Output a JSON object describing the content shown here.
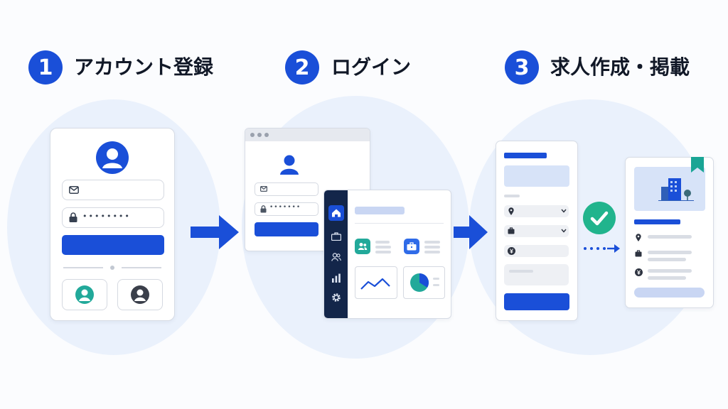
{
  "steps": [
    {
      "number": "1",
      "title": "アカウント登録"
    },
    {
      "number": "2",
      "title": "ログイン"
    },
    {
      "number": "3",
      "title": "求人作成・掲載"
    }
  ],
  "colors": {
    "accent": "#1a4fd8",
    "blob": "#eaf1fc",
    "teal": "#22a99a",
    "navy": "#13264a",
    "check": "#21b48d"
  },
  "register": {
    "password_mask": "••••••••",
    "icons": [
      "user-avatar-icon",
      "mail-icon",
      "lock-icon",
      "social-login-teal-icon",
      "social-login-dark-icon"
    ]
  },
  "login": {
    "password_mask": "•••••••",
    "sidebar_icons": [
      "home-icon",
      "briefcase-icon",
      "users-icon",
      "bar-chart-icon",
      "gear-icon"
    ]
  },
  "job_post": {
    "form_icons": [
      "location-pin-icon",
      "briefcase-icon",
      "yen-icon"
    ],
    "published_icons": [
      "building-icon",
      "bookmark-icon",
      "location-pin-icon",
      "briefcase-icon",
      "yen-icon"
    ]
  }
}
